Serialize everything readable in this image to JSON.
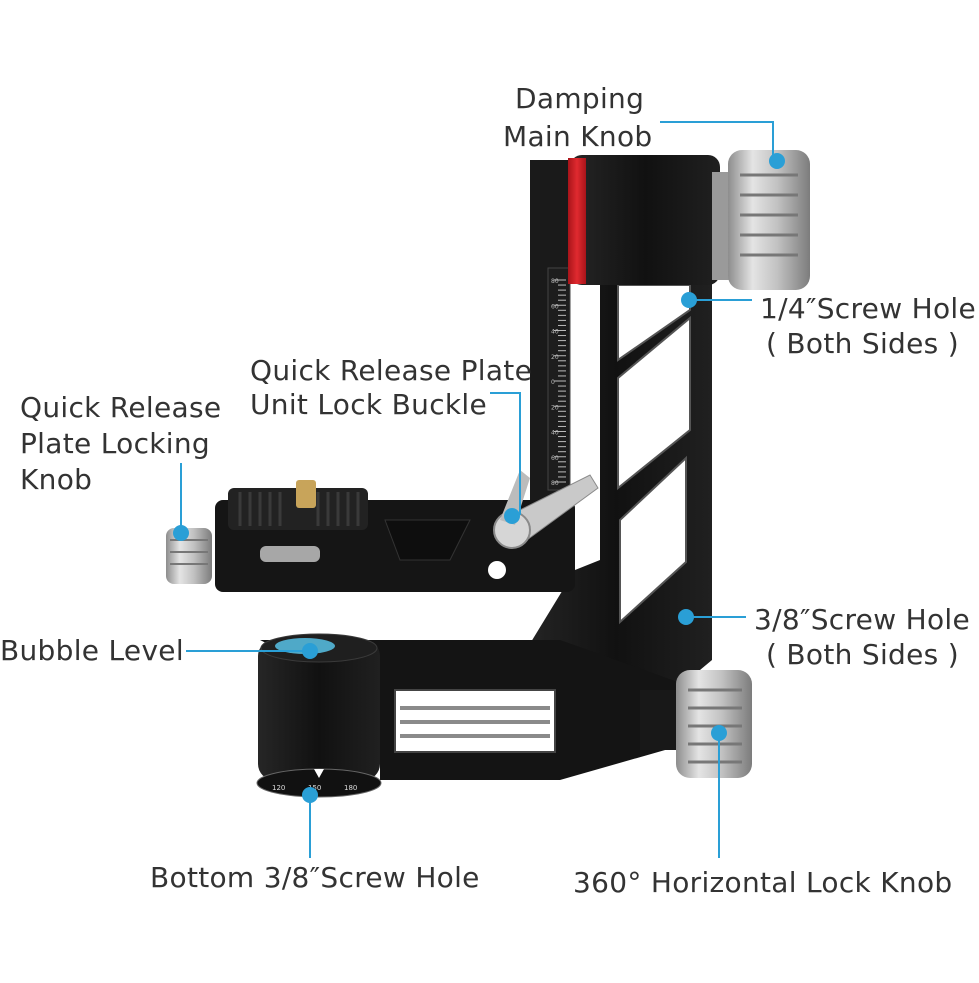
{
  "accent_color": "#2a9fd6",
  "product": {
    "colors": {
      "body": "#141414",
      "knob": "#b9b9b9",
      "red_ring": "#d11f24"
    },
    "scale_ticks": [
      "80",
      "60",
      "40",
      "20",
      "0",
      "20",
      "40",
      "60",
      "80"
    ],
    "base_dial_ticks": [
      "120",
      "150",
      "180"
    ]
  },
  "callouts": {
    "damping_main_knob": {
      "line1": "Damping",
      "line2": "Main Knob"
    },
    "quarter_screw_hole": {
      "line1": "1/4″Screw Hole",
      "line2": "( Both Sides )"
    },
    "qr_plate_unit_lock_buckle": {
      "line1": "Quick Release Plate",
      "line2": "Unit Lock Buckle"
    },
    "qr_plate_locking_knob": {
      "line1": "Quick Release",
      "line2": "Plate Locking",
      "line3": "Knob"
    },
    "three_eighths_screw_hole": {
      "line1": "3/8″Screw Hole",
      "line2": "( Both Sides )"
    },
    "bubble_level": {
      "line1": "Bubble Level"
    },
    "bottom_screw_hole": {
      "line1": "Bottom 3/8″Screw Hole"
    },
    "horizontal_lock_knob": {
      "line1": "360° Horizontal Lock Knob"
    }
  }
}
